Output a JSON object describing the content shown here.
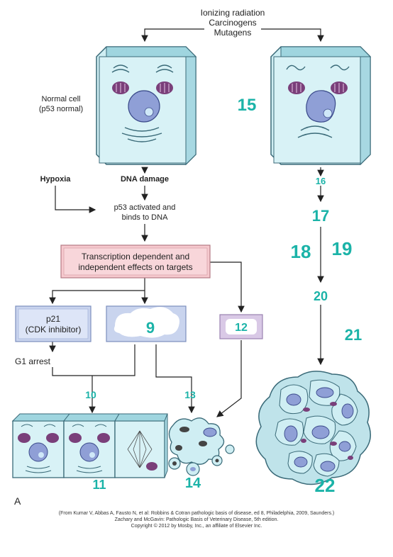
{
  "causes": {
    "line1": "Ionizing radiation",
    "line2": "Carcinogens",
    "line3": "Mutagens"
  },
  "normal_cell": {
    "line1": "Normal cell",
    "line2": "(p53 normal)"
  },
  "hypoxia": "Hypoxia",
  "dna_damage": "DNA damage",
  "p53": {
    "line1": "p53 activated and",
    "line2": "binds to DNA"
  },
  "transcription": {
    "line1": "Transcription dependent and",
    "line2": "independent effects on targets"
  },
  "p21": {
    "line1": "p21",
    "line2": "(CDK inhibitor)"
  },
  "g1_arrest": "G1 arrest",
  "panel_letter": "A",
  "handwritten": {
    "n9": "9",
    "n10": "10",
    "n11": "11",
    "n12": "12",
    "n13": "13",
    "n14": "14",
    "n15": "15",
    "n16": "16",
    "n17": "17",
    "n18": "18",
    "n19": "19",
    "n20": "20",
    "n21": "21",
    "n22": "22"
  },
  "credit": {
    "line1": "(From Kumar V, Abbas A, Fausto N, et al: Robbins & Cotran pathologic basis of disease, ed 8, Philadelphia, 2009, Saunders.)",
    "line2": "Zachary and McGavin: Pathologic Basis of Veterinary Disease, 5th edition.",
    "line3": "Copyright © 2012 by Mosby, Inc., an affiliate of Elsevier Inc."
  },
  "colors": {
    "cell_fill": "#cfeef3",
    "cell_edge": "#3a6a78",
    "cell_top": "#9fd5df",
    "nucleus": "#8f9fd6",
    "organelle": "#7a3f7a",
    "pink_box": "#f6c9ce",
    "blue_box": "#c9d4ee",
    "purple_box": "#d9c9e6",
    "handwriting": "#1bb3a8"
  }
}
